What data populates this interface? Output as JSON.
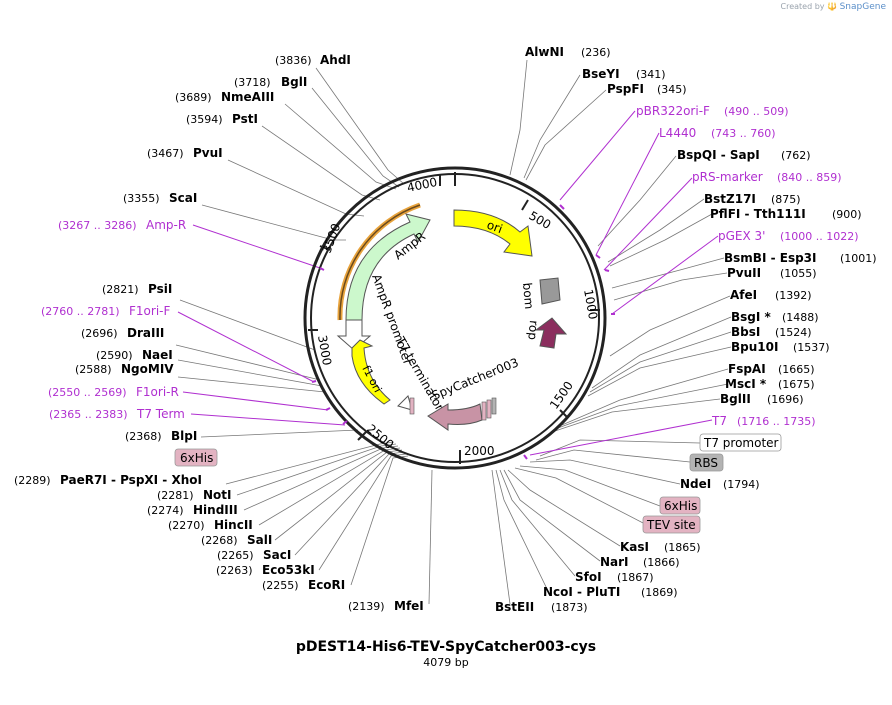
{
  "credit": {
    "prefix": "Created by",
    "brand": "SnapGene"
  },
  "plasmid": {
    "name": "pDEST14-His6-TEV-SpyCatcher003-cys",
    "length": "4079 bp"
  },
  "ticks": [
    "500",
    "1000",
    "1500",
    "2000",
    "2500",
    "3000",
    "3500",
    "4000"
  ],
  "features": [
    "ori",
    "bom",
    "rop",
    "SpyCatcher003",
    "T7 terminator",
    "f1 ori",
    "AmpR promoter",
    "AmpR"
  ],
  "colors": {
    "ori": "#ffff00",
    "ampr": "#ccf8cc",
    "rop": "#8b2e5e",
    "bom": "#999999",
    "spycatcher": "#c893a5",
    "primer": "#b030d0",
    "tag": "#e3b3c2",
    "rbs": "#b3b3b3",
    "amp_arc": "#e8a33c"
  },
  "labels": [
    {
      "id": "ahdi",
      "pos": "(3836)",
      "name": "AhdI"
    },
    {
      "id": "bgli",
      "pos": "(3718)",
      "name": "BglI"
    },
    {
      "id": "nmeaiii",
      "pos": "(3689)",
      "name": "NmeAIII"
    },
    {
      "id": "psti",
      "pos": "(3594)",
      "name": "PstI"
    },
    {
      "id": "pvui",
      "pos": "(3467)",
      "name": "PvuI"
    },
    {
      "id": "scai",
      "pos": "(3355)",
      "name": "ScaI"
    },
    {
      "id": "ampr_primer",
      "pos": "(3267 .. 3286)",
      "name": "Amp-R"
    },
    {
      "id": "psii",
      "pos": "(2821)",
      "name": "PsiI"
    },
    {
      "id": "f1ori_f",
      "pos": "(2760 .. 2781)",
      "name": "F1ori-F"
    },
    {
      "id": "draiii",
      "pos": "(2696)",
      "name": "DraIII"
    },
    {
      "id": "naei",
      "pos": "(2590)",
      "name": "NaeI"
    },
    {
      "id": "ngomiv",
      "pos": "(2588)",
      "name": "NgoMIV"
    },
    {
      "id": "f1ori_r",
      "pos": "(2550 .. 2569)",
      "name": "F1ori-R"
    },
    {
      "id": "t7term",
      "pos": "(2365 .. 2383)",
      "name": "T7 Term"
    },
    {
      "id": "blpi",
      "pos": "(2368)",
      "name": "BlpI"
    },
    {
      "id": "paer7i",
      "pos": "(2289)",
      "name": "PaeR7I - PspXI - XhoI"
    },
    {
      "id": "noti",
      "pos": "(2281)",
      "name": "NotI"
    },
    {
      "id": "hindiii",
      "pos": "(2274)",
      "name": "HindIII"
    },
    {
      "id": "hincii",
      "pos": "(2270)",
      "name": "HincII"
    },
    {
      "id": "sali",
      "pos": "(2268)",
      "name": "SalI"
    },
    {
      "id": "saci",
      "pos": "(2265)",
      "name": "SacI"
    },
    {
      "id": "eco53ki",
      "pos": "(2263)",
      "name": "Eco53kI"
    },
    {
      "id": "ecori",
      "pos": "(2255)",
      "name": "EcoRI"
    },
    {
      "id": "mfei",
      "pos": "(2139)",
      "name": "MfeI"
    },
    {
      "id": "alwni",
      "pos": "(236)",
      "name": "AlwNI"
    },
    {
      "id": "bseyi",
      "pos": "(341)",
      "name": "BseYI"
    },
    {
      "id": "pspfi",
      "pos": "(345)",
      "name": "PspFI"
    },
    {
      "id": "pbr322",
      "pos": "(490 .. 509)",
      "name": "pBR322ori-F"
    },
    {
      "id": "l4440",
      "pos": "(743 .. 760)",
      "name": "L4440"
    },
    {
      "id": "bspqi",
      "pos": "(762)",
      "name": "BspQI - SapI"
    },
    {
      "id": "prsmarker",
      "pos": "(840 .. 859)",
      "name": "pRS-marker"
    },
    {
      "id": "bstz17i",
      "pos": "(875)",
      "name": "BstZ17I"
    },
    {
      "id": "pflfi",
      "pos": "(900)",
      "name": "PflFI - Tth111I"
    },
    {
      "id": "pgex3",
      "pos": "(1000 .. 1022)",
      "name": "pGEX 3'"
    },
    {
      "id": "bsmbi",
      "pos": "(1001)",
      "name": "BsmBI - Esp3I"
    },
    {
      "id": "pvuii",
      "pos": "(1055)",
      "name": "PvuII"
    },
    {
      "id": "afei",
      "pos": "(1392)",
      "name": "AfeI"
    },
    {
      "id": "bsgi",
      "pos": "(1488)",
      "name": "BsgI *"
    },
    {
      "id": "bbsi",
      "pos": "(1524)",
      "name": "BbsI"
    },
    {
      "id": "bpu10i",
      "pos": "(1537)",
      "name": "Bpu10I"
    },
    {
      "id": "fspai",
      "pos": "(1665)",
      "name": "FspAI"
    },
    {
      "id": "msci",
      "pos": "(1675)",
      "name": "MscI *"
    },
    {
      "id": "bglii",
      "pos": "(1696)",
      "name": "BglII"
    },
    {
      "id": "t7",
      "pos": "(1716 .. 1735)",
      "name": "T7"
    },
    {
      "id": "ndei",
      "pos": "(1794)",
      "name": "NdeI"
    },
    {
      "id": "kasi",
      "pos": "(1865)",
      "name": "KasI"
    },
    {
      "id": "nari",
      "pos": "(1866)",
      "name": "NarI"
    },
    {
      "id": "sfoi",
      "pos": "(1867)",
      "name": "SfoI"
    },
    {
      "id": "ncoi",
      "pos": "(1869)",
      "name": "NcoI - PluTI"
    },
    {
      "id": "bsteii",
      "pos": "(1873)",
      "name": "BstEII"
    }
  ],
  "boxes": [
    {
      "id": "his_left",
      "text": "6xHis"
    },
    {
      "id": "t7prom",
      "text": "T7 promoter"
    },
    {
      "id": "rbs",
      "text": "RBS"
    },
    {
      "id": "his_right",
      "text": "6xHis"
    },
    {
      "id": "tev",
      "text": "TEV site"
    }
  ]
}
